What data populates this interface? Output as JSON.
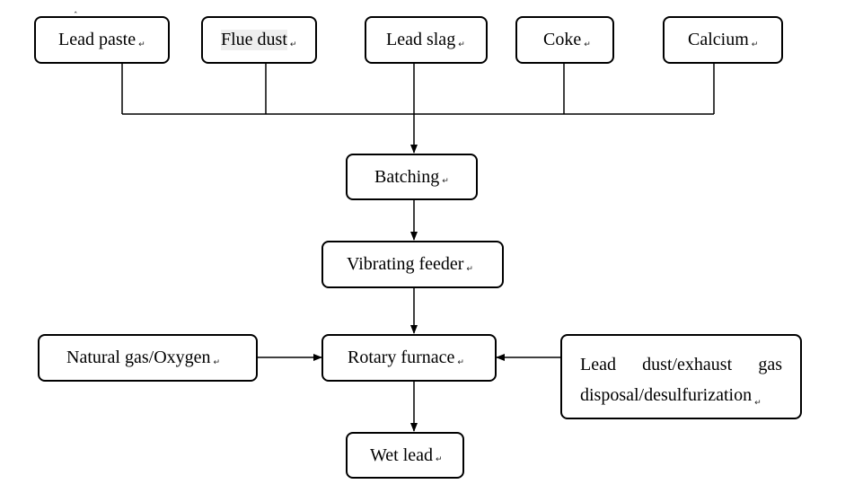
{
  "inputs": [
    {
      "label": "Lead paste"
    },
    {
      "label": "Flue dust"
    },
    {
      "label": "Lead slag"
    },
    {
      "label": "Coke"
    },
    {
      "label": "Calcium"
    }
  ],
  "steps": {
    "batching": "Batching",
    "feeder": "Vibrating feeder",
    "furnace": "Rotary furnace",
    "output": "Wet lead"
  },
  "side_inputs": {
    "gas": "Natural gas/Oxygen",
    "disposal_line1": "Lead dust/exhaust gas",
    "disposal_line2": "disposal/desulfurization"
  },
  "paragraph_mark": "↵"
}
